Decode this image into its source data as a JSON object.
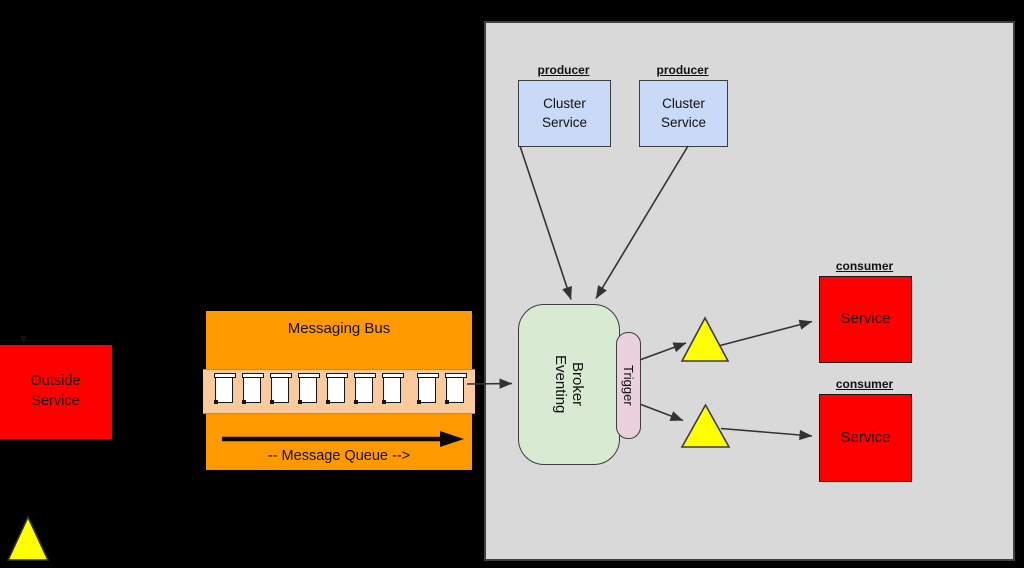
{
  "diagram": {
    "colors": {
      "background": "#000000",
      "cluster_panel": "#d9d9d9",
      "producer_box": "#c9daf8",
      "broker_box": "#d9ead3",
      "trigger_pill": "#ead1dc",
      "trigger_triangle": "#ffff00",
      "consumer_box": "#ff0000",
      "outside_service_box": "#ff0000",
      "messaging_bus": "#ff9900",
      "message_band": "#f9cb9c"
    },
    "outside_service": {
      "label": "Outside Service"
    },
    "messaging_bus": {
      "title": "Messaging Bus",
      "queue_label": "-- Message Queue -->",
      "message_count": 9
    },
    "producers": [
      {
        "tag": "producer",
        "label": "Cluster Service"
      },
      {
        "tag": "producer",
        "label": "Cluster Service"
      }
    ],
    "broker": {
      "label": "Eventing Broker"
    },
    "trigger": {
      "label": "Trigger"
    },
    "consumers": [
      {
        "tag": "consumer",
        "label": "Service"
      },
      {
        "tag": "consumer",
        "label": "Service"
      }
    ]
  }
}
